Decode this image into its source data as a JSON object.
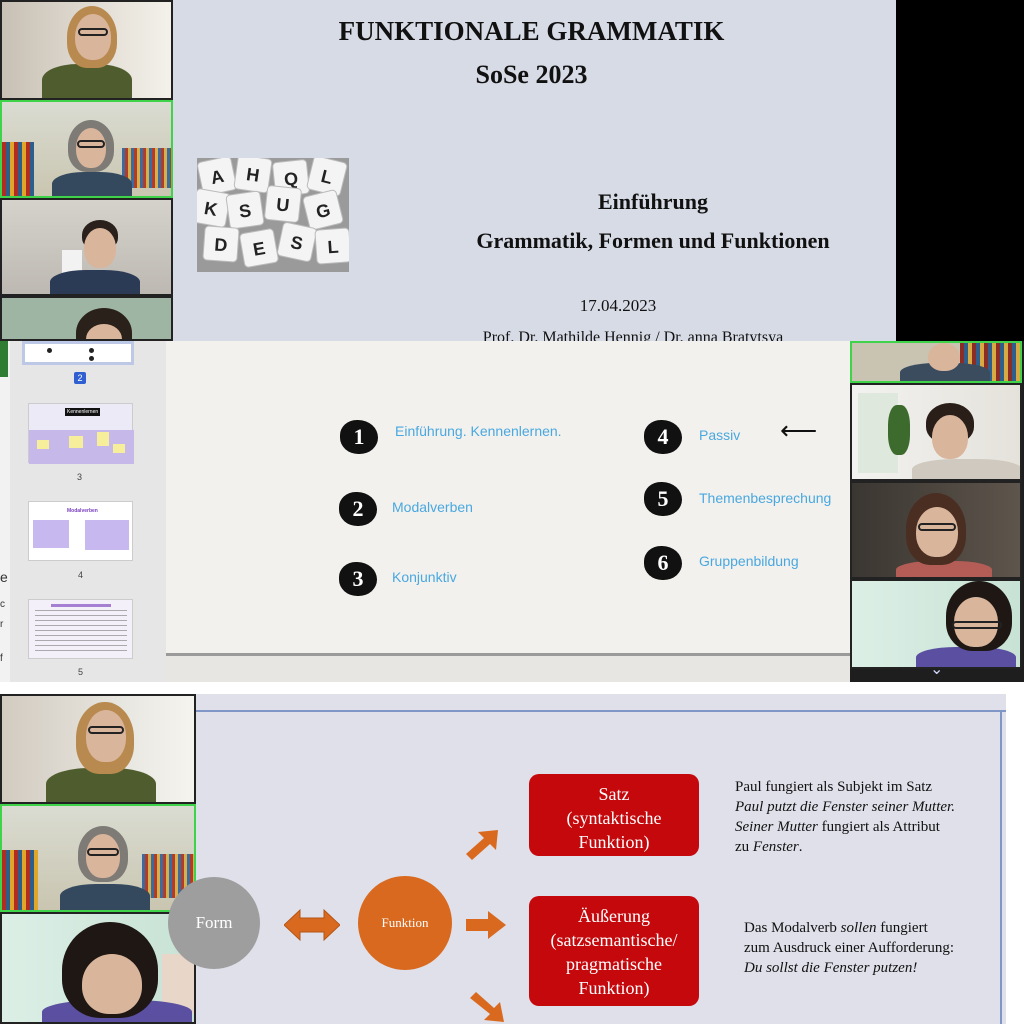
{
  "screen1": {
    "slide": {
      "title": "FUNKTIONALE GRAMMATIK",
      "semester": "SoSe 2023",
      "heading": "Einführung",
      "subheading": "Grammatik, Formen und Funktionen",
      "date": "17.04.2023",
      "authors": "Prof. Dr. Mathilde Hennig / Dr. anna Bratytsya"
    },
    "tiles_letters": [
      "A",
      "H",
      "Q",
      "L",
      "K",
      "S",
      "U",
      "G",
      "D",
      "E",
      "S",
      "L"
    ]
  },
  "screen2": {
    "thumbnail_numbers": [
      "2",
      "3",
      "4",
      "5"
    ],
    "thumb_titles": [
      "Kennenlernen",
      "Modalverben"
    ],
    "left_edge_letters": [
      "e",
      "c",
      "r",
      "f"
    ],
    "agenda": [
      {
        "num": "1",
        "label": "Einführung. Kennenlernen."
      },
      {
        "num": "2",
        "label": "Modalverben"
      },
      {
        "num": "3",
        "label": "Konjunktiv"
      },
      {
        "num": "4",
        "label": "Passiv"
      },
      {
        "num": "5",
        "label": "Themenbesprechung"
      },
      {
        "num": "6",
        "label": "Gruppenbildung"
      }
    ],
    "arrow_glyph": "⟵",
    "scroll_chevron": "⌄"
  },
  "screen3": {
    "form_label": "Form",
    "funktion_label": "Funktion",
    "satz_box": "Satz\n(syntaktische\nFunktion)",
    "aeusserung_box": "Äußerung\n(satzsemantische/\npragmatische\nFunktion)",
    "satz_text": {
      "line1": "Paul fungiert als Subjekt im Satz",
      "line2": "Paul putzt die Fenster seiner Mutter.",
      "line3_it": "Seiner Mutter",
      "line3_rest": " fungiert als Attribut",
      "line4_pre": " zu ",
      "line4_it": "Fenster",
      "line4_post": "."
    },
    "modal_text": {
      "line1_pre": "Das Modalverb ",
      "line1_it": "sollen",
      "line1_post": " fungiert",
      "line2": "zum Ausdruck einer Aufforderung:",
      "line3": "Du sollst die Fenster putzen!"
    }
  },
  "colors": {
    "slide_bg": "#d7dbe6",
    "agenda_blue": "#49a8e0",
    "orange": "#d9691e",
    "red": "#c4080c",
    "active_border": "#3fd34a"
  }
}
